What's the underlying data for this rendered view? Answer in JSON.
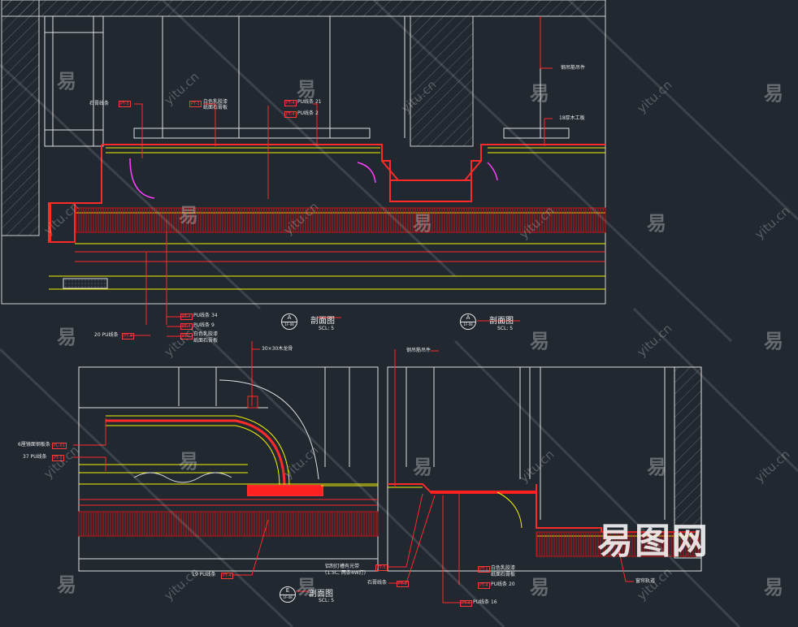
{
  "top_labels": [
    {
      "id": "stone",
      "text": "石膏线条",
      "tag": "PT-3"
    },
    {
      "id": "white",
      "text": "白色乳胶漆",
      "tag": "PT-1"
    },
    {
      "id": "white2",
      "text": "纸面石膏板",
      "tag": ""
    },
    {
      "id": "pu21",
      "text": "PU线条",
      "tag": "PT-4",
      "num": "21"
    },
    {
      "id": "pu2",
      "text": "PU线条",
      "tag": "PT-4",
      "num": "2"
    },
    {
      "id": "wood",
      "text": "18厚木工板",
      "tag": ""
    },
    {
      "id": "steel",
      "text": "钢吊筋吊件",
      "tag": ""
    }
  ],
  "mid_labels": [
    {
      "id": "pu34",
      "text": "PU线条",
      "tag": "PT-4",
      "num": "34"
    },
    {
      "id": "pu9",
      "text": "PU线条",
      "tag": "PT-4",
      "num": "9"
    },
    {
      "id": "white3",
      "text": "白色乳胶漆",
      "tag": "PT-1"
    },
    {
      "id": "white4",
      "text": "纸面石膏板",
      "tag": ""
    },
    {
      "id": "pu20",
      "text": "20 PU线条",
      "tag": "PT-4"
    }
  ],
  "section_A1": {
    "letter": "A",
    "ref": "1F-08",
    "title": "剖面图",
    "scale": "SCL: 5"
  },
  "section_A2": {
    "letter": "A",
    "ref": "1F-08",
    "title": "剖面图",
    "scale": "SCL: 5"
  },
  "section_E": {
    "letter": "E",
    "ref": "1F-08",
    "title": "剖面图",
    "scale": "SCL: 5"
  },
  "left_labels": [
    {
      "id": "lights",
      "text": "6厘镜面钢板条",
      "tag": "PL-01"
    },
    {
      "id": "pu37",
      "text": "37 PU线条",
      "tag": "PT-3"
    },
    {
      "id": "wood30",
      "text": "30×30木龙骨",
      "tag": ""
    }
  ],
  "right_labels": [
    {
      "id": "steel2",
      "text": "钢吊筋吊件",
      "tag": ""
    },
    {
      "id": "light",
      "text": "铝制灯槽有光带",
      "tag": "PT-5"
    },
    {
      "id": "light2",
      "text": "(1.5C, 两条4W灯)",
      "tag": ""
    },
    {
      "id": "stone2",
      "text": "石膏线条",
      "tag": "PT-3"
    },
    {
      "id": "white5",
      "text": "白色乳胶漆",
      "tag": "PT-1"
    },
    {
      "id": "white6",
      "text": "纸面石膏板",
      "tag": ""
    },
    {
      "id": "pu20b",
      "text": "PU线条",
      "tag": "PT-4",
      "num": "20"
    },
    {
      "id": "pu16",
      "text": "PU线条",
      "tag": "PT-4",
      "num": "16"
    },
    {
      "id": "curtain",
      "text": "窗帘轨道",
      "tag": ""
    }
  ],
  "bottom_left_label": {
    "text": "19 PU线条",
    "tag": "PT-4"
  },
  "watermark": {
    "glyph": "易",
    "site": "yitu.cn",
    "brand": "易图网"
  },
  "colors": {
    "bg": "#212830",
    "line": "#e8e8e8",
    "red": "#ff2020",
    "yellow": "#f2f200",
    "magenta": "#ff40ff"
  }
}
